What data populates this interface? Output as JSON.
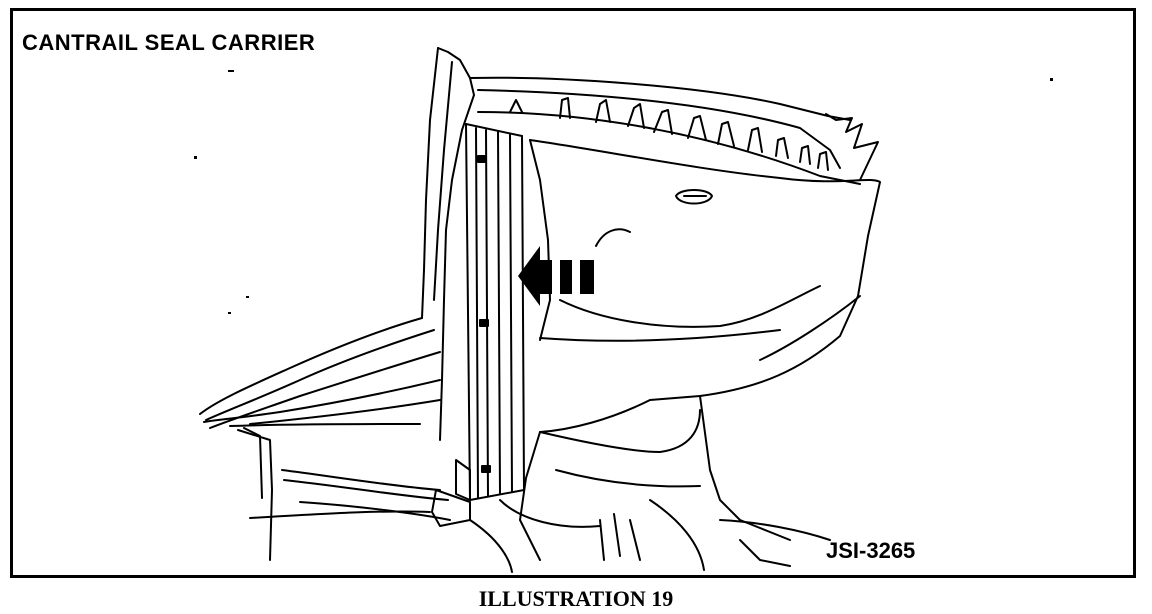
{
  "diagram": {
    "title": "CANTRAIL SEAL CARRIER",
    "code": "JSI-3265",
    "caption": "ILLUSTRATION 19",
    "arrow_direction": "left",
    "colors": {
      "ink": "#000000",
      "paper": "#ffffff"
    }
  }
}
